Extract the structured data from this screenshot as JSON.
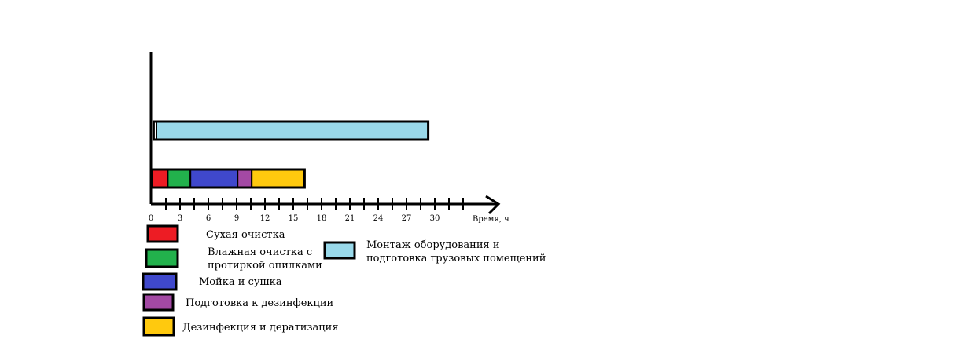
{
  "chart_data": {
    "type": "bar",
    "orientation": "horizontal",
    "stacked": true,
    "xlabel": "Время, ч",
    "xlim": [
      0,
      36
    ],
    "x_ticks": [
      0,
      3,
      6,
      9,
      12,
      15,
      18,
      21,
      24,
      27,
      30
    ],
    "grid": false,
    "legend_position": "bottom",
    "series": [
      {
        "name": "Сухая очистка",
        "color": "#ed1c24",
        "row": 0,
        "start": 0,
        "end": 1.7
      },
      {
        "name": "Влажная очистка с протиркой опилками",
        "color": "#22b14c",
        "row": 0,
        "start": 1.7,
        "end": 4.1
      },
      {
        "name": "Мойка и сушка",
        "color": "#3f48cc",
        "row": 0,
        "start": 4.1,
        "end": 9.1
      },
      {
        "name": "Подготовка к дезинфекции",
        "color": "#a349a4",
        "row": 0,
        "start": 9.1,
        "end": 10.6
      },
      {
        "name": "Дезинфекция и дератизация",
        "color": "#ffc90e",
        "row": 0,
        "start": 10.6,
        "end": 16.2
      },
      {
        "name": "Монтаж оборудования и подготовка грузовых помещений",
        "color": "#99d9ea",
        "row": 1,
        "start": 0.5,
        "end": 29.3
      }
    ]
  }
}
